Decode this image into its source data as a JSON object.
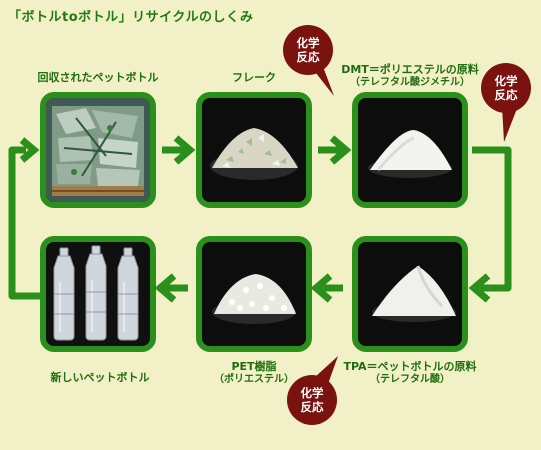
{
  "title": "「ボトルtoボトル」リサイクルのしくみ",
  "steps": [
    {
      "name": "回収されたペットボトル",
      "sub": ""
    },
    {
      "name": "フレーク",
      "sub": ""
    },
    {
      "name": "DMT＝ポリエステルの原料",
      "sub": "（テレフタル酸ジメチル）"
    },
    {
      "name": "TPA＝ペットボトルの原料",
      "sub": "（テレフタル酸）"
    },
    {
      "name": "PET樹脂",
      "sub": "（ポリエステル）"
    },
    {
      "name": "新しいペットボトル",
      "sub": ""
    }
  ],
  "reactions": [
    {
      "line1": "化学",
      "line2": "反応"
    },
    {
      "line1": "化学",
      "line2": "反応"
    },
    {
      "line1": "化学",
      "line2": "反応"
    }
  ],
  "colors": {
    "background": "#f2f0c6",
    "accent_green": "#2b8f1c",
    "title_green": "#1f7a10",
    "bubble_red": "#7a1210"
  },
  "icons": {
    "process_arrow": "chevron-right-icon",
    "return_arrow": "chevron-left-icon",
    "loop_arrow": "chevron-up-icon"
  }
}
